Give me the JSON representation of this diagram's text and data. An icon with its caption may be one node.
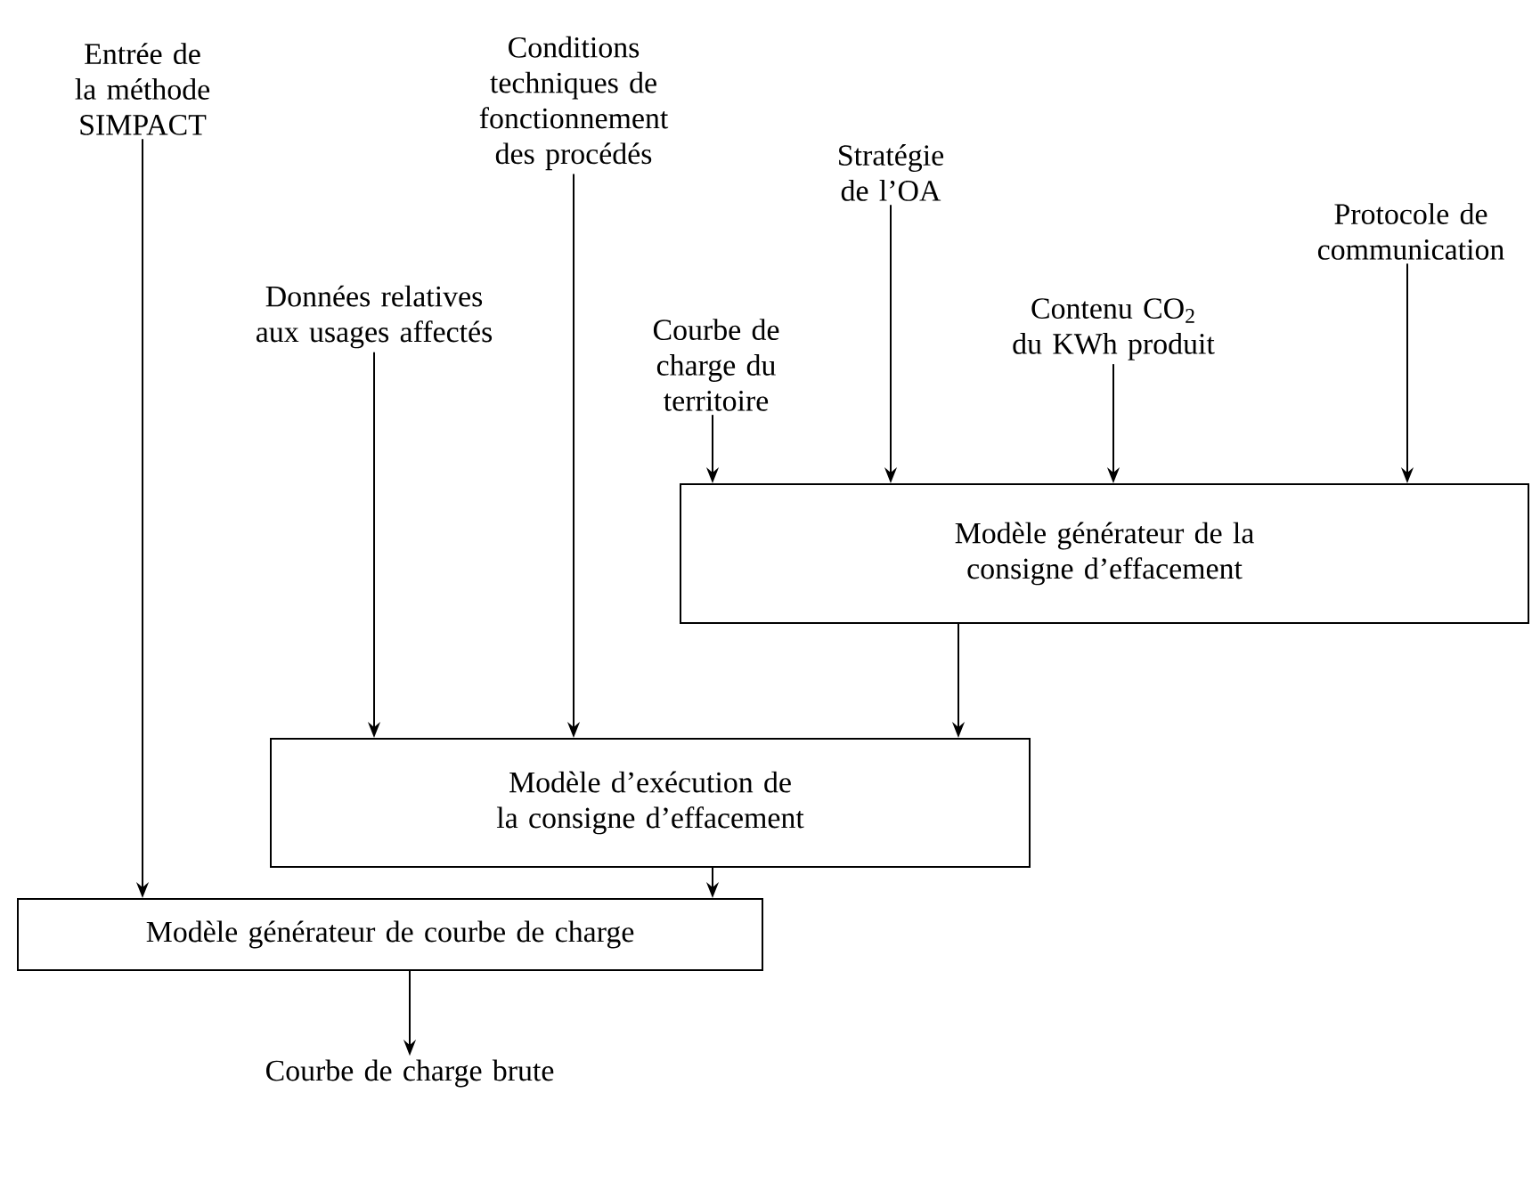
{
  "diagram": {
    "nodes": [
      {
        "text": [
          "Entrée de la méthode SIMPACT"
        ]
      },
      {
        "text": [
          "Conditions techniques de fonctionnement des procédés"
        ]
      },
      {
        "text": [
          "Stratégie de l’OA"
        ]
      },
      {
        "text": [
          "Protocole de communication"
        ]
      },
      {
        "text": [
          "Données relatives aux usages affectés"
        ]
      },
      {
        "text": [
          "Courbe de charge du territoire"
        ]
      },
      {
        "text": [
          "Contenu CO$_{2}$ du KWh produit"
        ]
      },
      {
        "text": [
          "Modèle générateur de la consigne d’effacement"
        ]
      },
      {
        "text": [
          "Modèle d’exécution de la consigne d’effacement"
        ]
      },
      {
        "text": [
          "Modèle générateur de courbe de charge"
        ]
      },
      {
        "text": [
          "Courbe de charge brute"
        ]
      }
    ],
    "edges": [
      {
        "from": 5,
        "to": 7,
        "arrow": "to"
      },
      {
        "from": 2,
        "to": 7,
        "arrow": "to"
      },
      {
        "from": 6,
        "to": 7,
        "arrow": "to"
      },
      {
        "from": 3,
        "to": 7,
        "arrow": "to"
      },
      {
        "from": 4,
        "to": 8,
        "arrow": "to"
      },
      {
        "from": 1,
        "to": 8,
        "arrow": "to"
      },
      {
        "from": 7,
        "to": 8,
        "arrow": "to"
      },
      {
        "from": 0,
        "to": 9,
        "arrow": "to"
      },
      {
        "from": 8,
        "to": 9,
        "arrow": "to"
      },
      {
        "from": 9,
        "to": 10,
        "arrow": "to"
      }
    ]
  }
}
